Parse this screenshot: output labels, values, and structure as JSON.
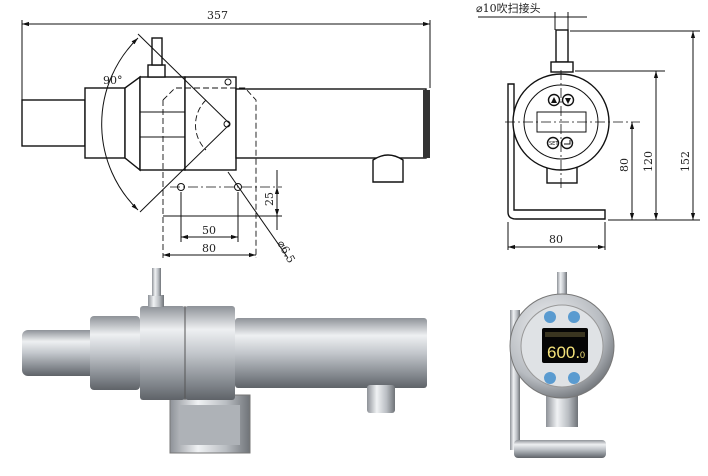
{
  "side_view": {
    "overall_length": "357",
    "angle": "90°",
    "hole_vertical_offset": "25",
    "hole_spacing": "50",
    "bracket_width": "80",
    "hole_diameter": "⌀6.5"
  },
  "front_view": {
    "purge_fitting_label": "⌀10吹扫接头",
    "center_height": "80",
    "housing_height": "120",
    "total_height": "152",
    "bracket_width": "80",
    "button_set": "SET"
  },
  "photo_front": {
    "display_value": "600.",
    "display_decimal": "0"
  },
  "colors": {
    "line": "#111111",
    "steel": "#c8ccd0",
    "display_text": "#f4e27a",
    "button": "#5a9bd0"
  }
}
